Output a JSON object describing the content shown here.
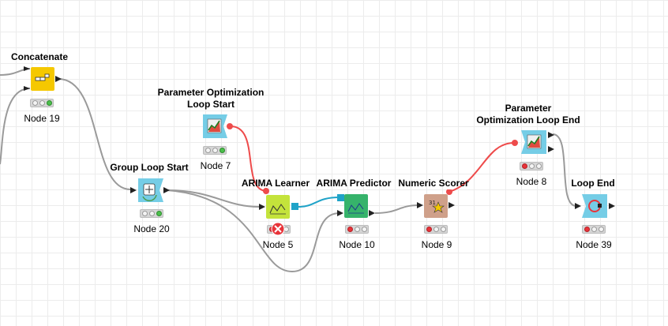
{
  "workflow": {
    "nodes": [
      {
        "id": "concatenate",
        "title_lines": [
          "Concatenate"
        ],
        "label": "Node 19",
        "status": [
          "off",
          "off",
          "green"
        ],
        "color": "#f5c800",
        "icon": "concatenate-icon"
      },
      {
        "id": "param-opt-start",
        "title_lines": [
          "Parameter Optimization",
          "Loop Start"
        ],
        "label": "Node 7",
        "status": [
          "off",
          "off",
          "green"
        ],
        "color": "#75cde6",
        "icon": "loop-start-chart-icon"
      },
      {
        "id": "group-loop-start",
        "title_lines": [
          "Group Loop Start"
        ],
        "label": "Node 20",
        "status": [
          "off",
          "off",
          "green"
        ],
        "color": "#75cde6",
        "icon": "group-loop-icon"
      },
      {
        "id": "arima-learner",
        "title_lines": [
          "ARIMA Learner"
        ],
        "label": "Node 5",
        "status": [
          "red",
          "error",
          "off"
        ],
        "color": "#c4e33b",
        "icon": "learner-chart-icon"
      },
      {
        "id": "arima-predictor",
        "title_lines": [
          "ARIMA Predictor"
        ],
        "label": "Node 10",
        "status": [
          "red",
          "off",
          "off"
        ],
        "color": "#36b36b",
        "icon": "predictor-chart-icon"
      },
      {
        "id": "numeric-scorer",
        "title_lines": [
          "Numeric Scorer"
        ],
        "label": "Node 9",
        "status": [
          "red",
          "off",
          "off"
        ],
        "color": "#cfa08a",
        "icon": "scorer-icon"
      },
      {
        "id": "param-opt-end",
        "title_lines": [
          "Parameter",
          "Optimization Loop End"
        ],
        "label": "Node 8",
        "status": [
          "red",
          "off",
          "off"
        ],
        "color": "#75cde6",
        "icon": "loop-end-chart-icon"
      },
      {
        "id": "loop-end",
        "title_lines": [
          "Loop End"
        ],
        "label": "Node 39",
        "status": [
          "red",
          "off",
          "off"
        ],
        "color": "#75cde6",
        "icon": "loop-end-icon"
      }
    ],
    "colors": {
      "data_connection": "#9a9a9a",
      "flow_variable_connection": "#ee4b4b",
      "model_port": "#20a3c8",
      "grid": "#ececec"
    }
  }
}
